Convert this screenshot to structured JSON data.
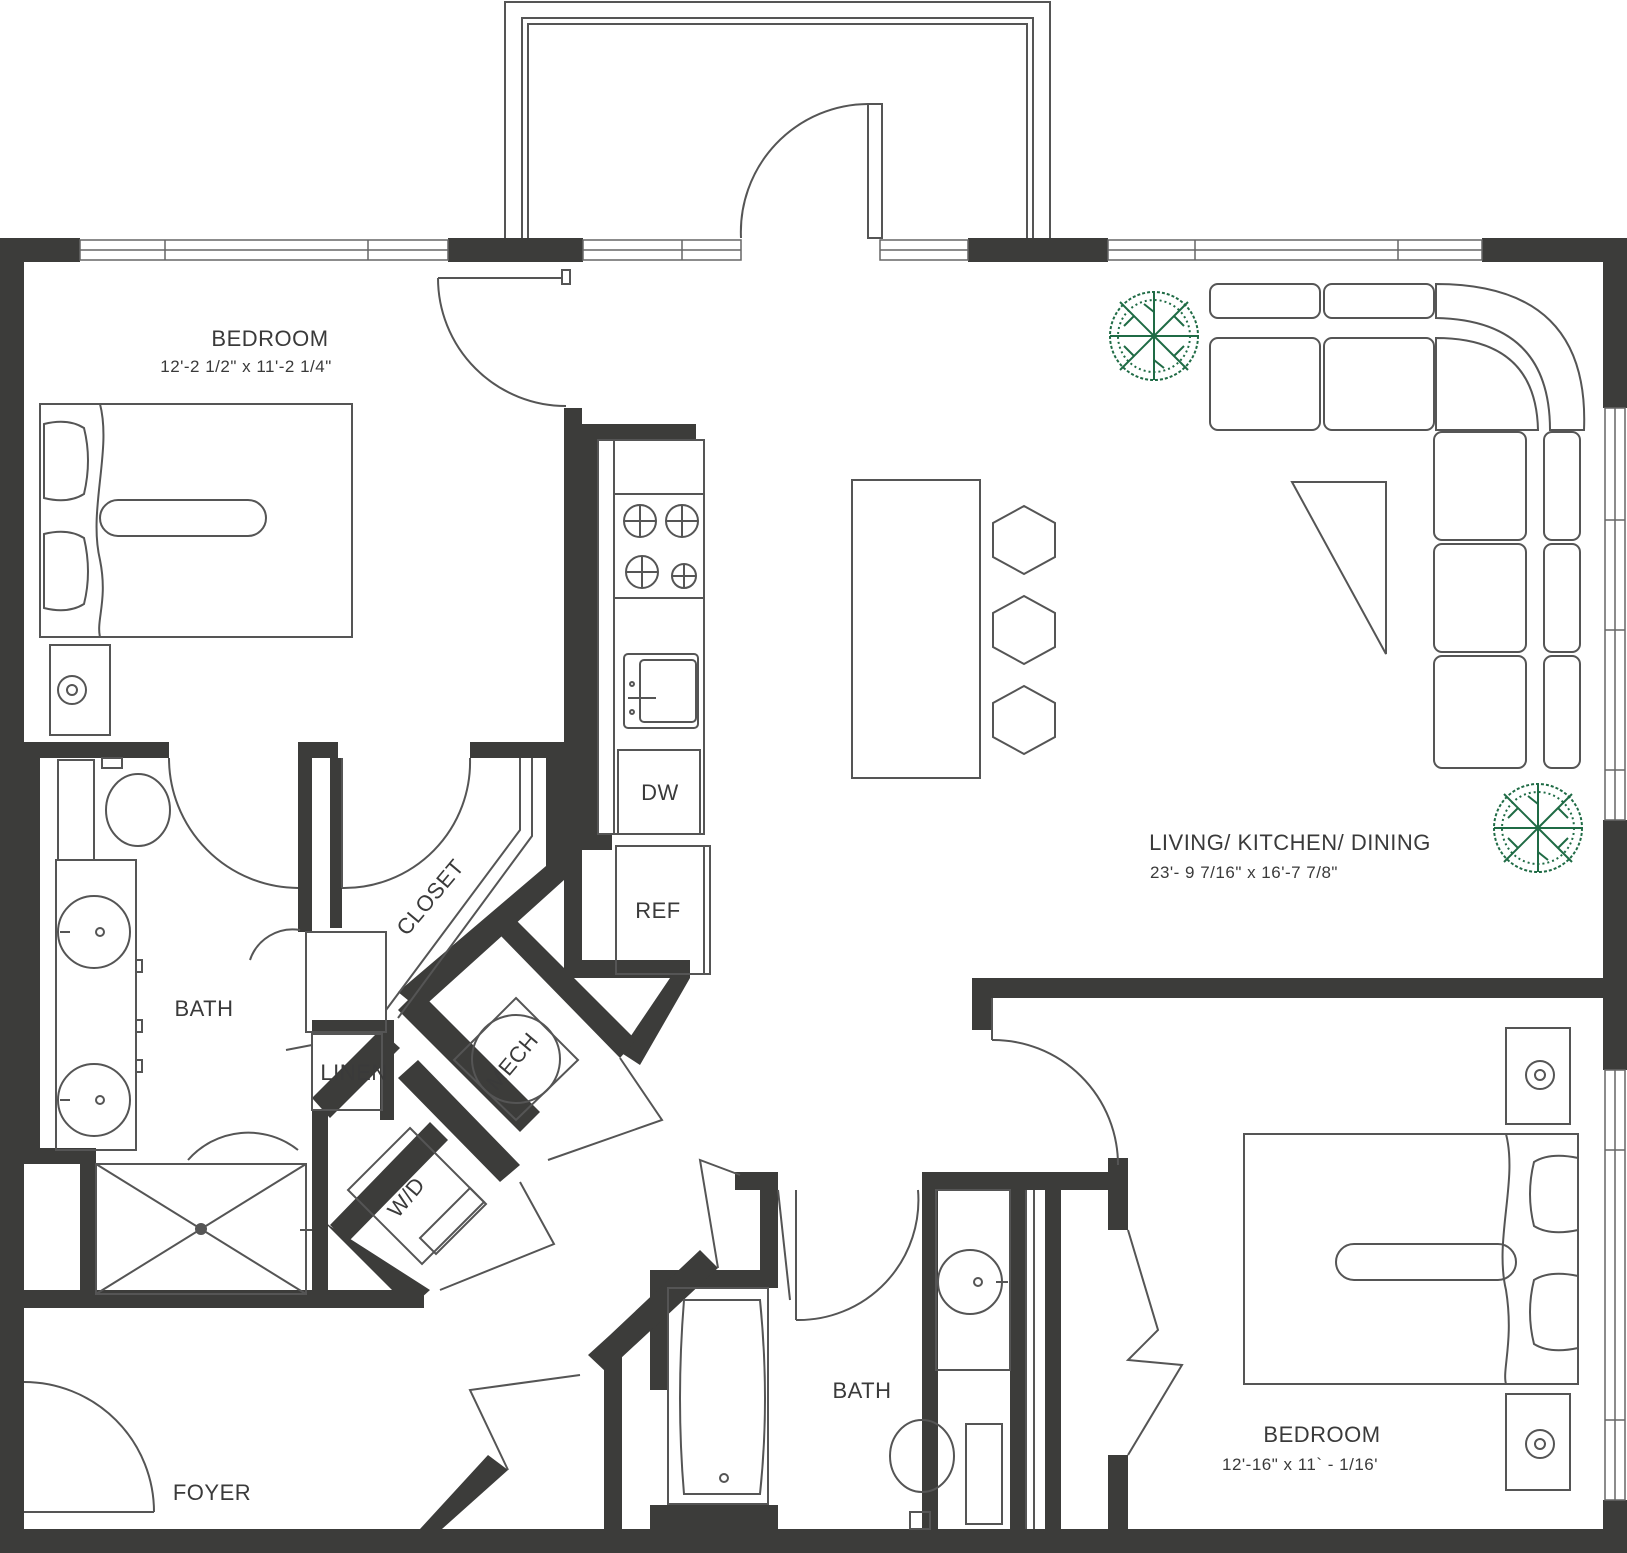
{
  "rooms": {
    "bedroom_1": {
      "name": "BEDROOM",
      "dims": "12'-2 1/2\" x 11'-2 1/4\""
    },
    "living": {
      "name": "LIVING/ KITCHEN/ DINING",
      "dims": "23'- 9 7/16\" x 16'-7 7/8\""
    },
    "bedroom_2": {
      "name": "BEDROOM",
      "dims": "12'-16\" x 11` - 1/16'"
    },
    "bath_1": {
      "name": "BATH"
    },
    "bath_2": {
      "name": "BATH"
    },
    "foyer": {
      "name": "FOYER"
    },
    "closet": {
      "name": "CLOSET"
    },
    "linen": {
      "name": "LINEN"
    },
    "mech": {
      "name": "MECH"
    },
    "wd": {
      "name": "W/D"
    }
  },
  "appliances": {
    "dishwasher": "DW",
    "refrigerator": "REF"
  },
  "colors": {
    "wall": "#3c3c3a",
    "line": "#555555",
    "tree": "#1f6b45",
    "background": "#ffffff"
  },
  "icons": [
    "tree-icon",
    "sofa-icon",
    "bed-icon",
    "toilet-icon",
    "sink-icon",
    "cooktop-icon",
    "bathtub-icon",
    "shower-icon",
    "stool-icon"
  ]
}
